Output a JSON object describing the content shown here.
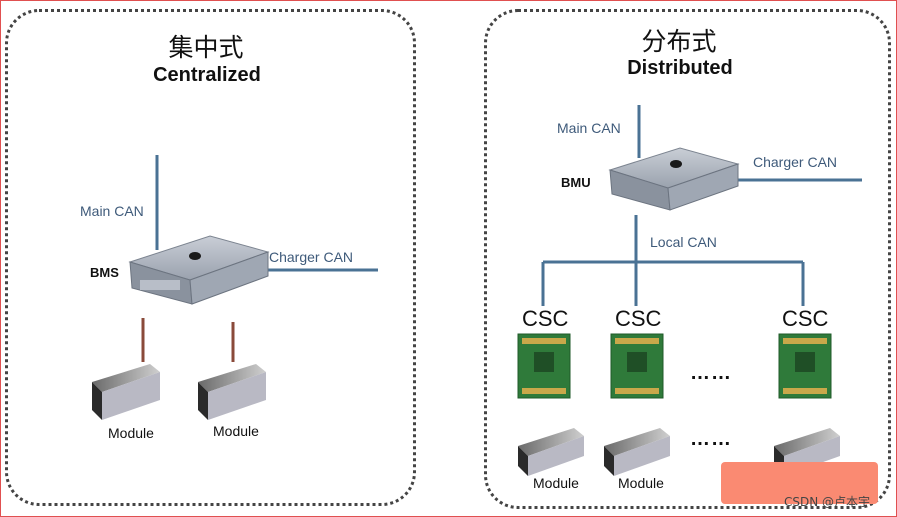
{
  "left": {
    "title_cn": "集中式",
    "title_en": "Centralized",
    "main_can": "Main CAN",
    "bms": "BMS",
    "charger_can": "Charger CAN",
    "modules": [
      "Module",
      "Module"
    ]
  },
  "right": {
    "title_cn": "分布式",
    "title_en": "Distributed",
    "main_can": "Main CAN",
    "bmu": "BMU",
    "charger_can": "Charger CAN",
    "local_can": "Local CAN",
    "csc_labels": [
      "CSC",
      "CSC",
      "CSC"
    ],
    "ellipsis": "……",
    "modules": [
      "Module",
      "Module"
    ]
  },
  "watermark": "CSDN @卢本宇",
  "colors": {
    "bus_line": "#4a7294",
    "bms_body": "#a8b0bc",
    "pcb": "#2f7a3a",
    "module_body": "#3a3a3a",
    "redaction": "#fa8a72"
  }
}
